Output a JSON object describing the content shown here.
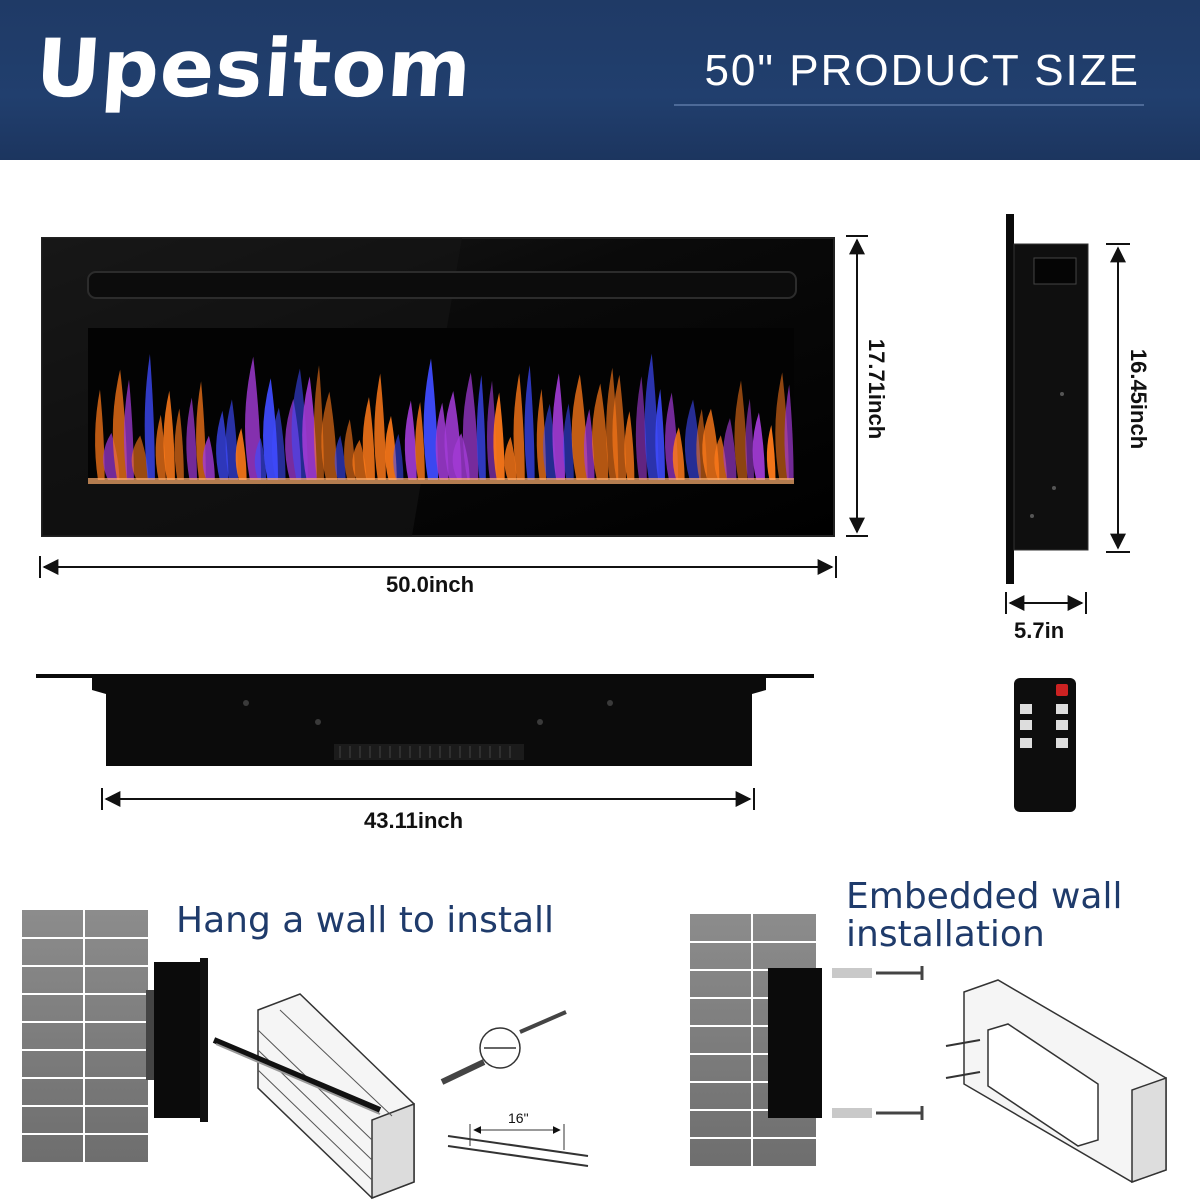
{
  "header": {
    "brand": "Upesitom",
    "product_size_label": "50\" PRODUCT SIZE"
  },
  "dimensions": {
    "front_width": "50.0inch",
    "front_height": "17.71inch",
    "side_height": "16.45inch",
    "side_depth": "5.7in",
    "bottom_width": "43.11inch",
    "stud_spacing": "16\""
  },
  "captions": {
    "hang_install": "Hang a wall to install",
    "embedded_line1": "Embedded wall",
    "embedded_line2": "installation"
  },
  "colors": {
    "banner": "#1f3a66",
    "caption": "#1f3b6b",
    "flame_orange": "#ff7a1a",
    "flame_blue": "#3f4bff",
    "flame_violet": "#a23bd6"
  },
  "icons": [
    "fireplace-front",
    "fireplace-side",
    "fireplace-bottom",
    "remote-control",
    "brick-wall",
    "mounting-bracket",
    "screw"
  ]
}
